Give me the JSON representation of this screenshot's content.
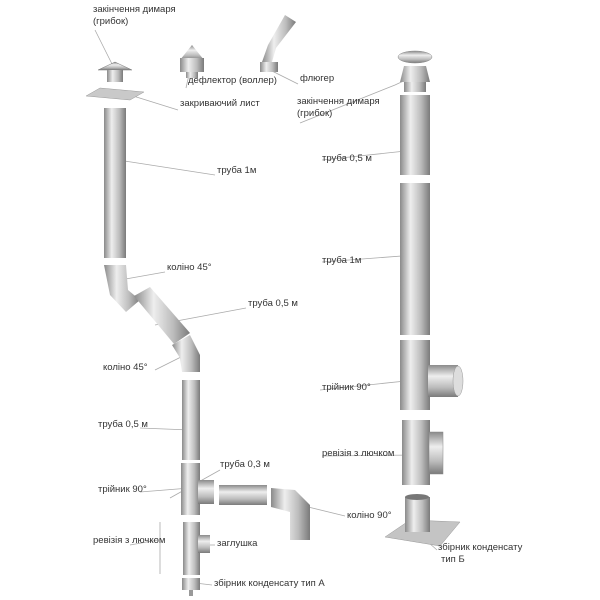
{
  "labels": {
    "cap_left": [
      "закінчення димаря",
      "(грибок)"
    ],
    "deflector": "дефлектор (воллер)",
    "weathervane": "флюгер",
    "closing_sheet": "закриваючий лист",
    "cap_right": [
      "закінчення димаря",
      "(грибок)"
    ],
    "pipe_05_right": "труба 0,5 м",
    "pipe_1m_left": "труба 1м",
    "pipe_1m_right": "труба 1м",
    "elbow45_top": "коліно 45°",
    "pipe_05_diag": "труба 0,5 м",
    "elbow45_bottom": "коліно 45°",
    "tee_right": "трійник 90°",
    "pipe_05_left": "труба 0,5 м",
    "revision_right": "ревізія з лючком",
    "pipe_03": "труба 0,3 м",
    "tee_left": "трійник 90°",
    "elbow90": "коліно 90°",
    "revision_left": "ревізія з лючком",
    "plug": "заглушка",
    "collector_b": [
      "збірник конденсату",
      "тип Б"
    ],
    "collector_a": "збірник конденсату тип А"
  },
  "colors": {
    "metal_dark": "#8a8a8a",
    "metal_light": "#eeeeee",
    "leader": "#aaaaaa",
    "text": "#333333"
  }
}
